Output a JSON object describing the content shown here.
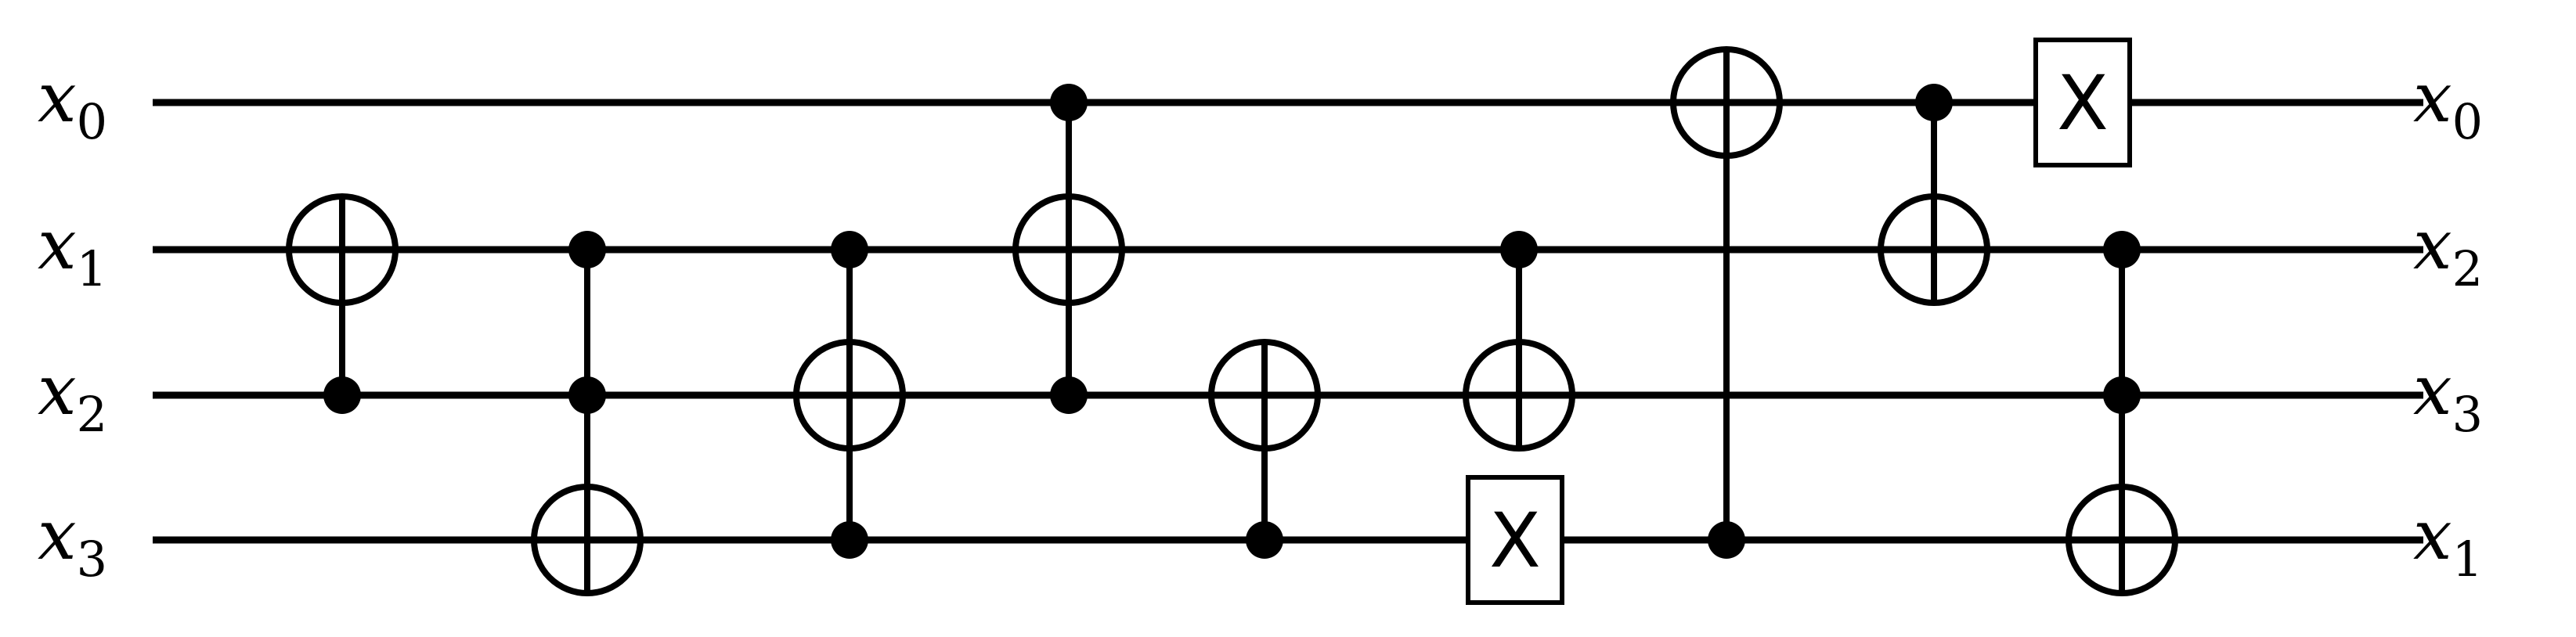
{
  "circuit": {
    "qubits": 4,
    "input_labels": [
      {
        "base": "x",
        "sub": "0"
      },
      {
        "base": "x",
        "sub": "1"
      },
      {
        "base": "x",
        "sub": "2"
      },
      {
        "base": "x",
        "sub": "3"
      }
    ],
    "output_labels": [
      {
        "base": "x",
        "sub": "0"
      },
      {
        "base": "x",
        "sub": "2"
      },
      {
        "base": "x",
        "sub": "3"
      },
      {
        "base": "x",
        "sub": "1"
      }
    ],
    "gates": [
      {
        "type": "cnot",
        "controls": [
          2
        ],
        "target": 1
      },
      {
        "type": "toffoli",
        "controls": [
          1,
          2
        ],
        "target": 3
      },
      {
        "type": "toffoli",
        "controls": [
          1,
          3
        ],
        "target": 2
      },
      {
        "type": "toffoli",
        "controls": [
          0,
          2
        ],
        "target": 1
      },
      {
        "type": "cnot",
        "controls": [
          3
        ],
        "target": 2
      },
      {
        "type": "x",
        "target": 3
      },
      {
        "type": "cnot",
        "controls": [
          1
        ],
        "target": 2
      },
      {
        "type": "cnot",
        "controls": [
          3
        ],
        "target": 0
      },
      {
        "type": "cnot",
        "controls": [
          0
        ],
        "target": 1
      },
      {
        "type": "x",
        "target": 0
      },
      {
        "type": "toffoli",
        "controls": [
          1,
          2
        ],
        "target": 3
      }
    ],
    "x_gate_label": "X"
  }
}
